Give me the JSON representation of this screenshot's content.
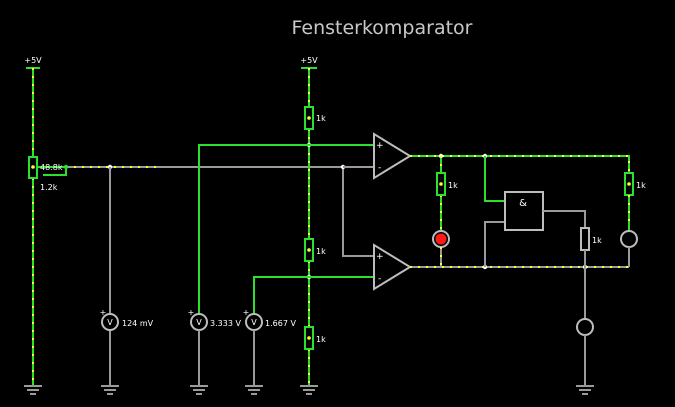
{
  "title": "Fensterkomparator",
  "supplies": {
    "left": "+5V",
    "middle": "+5V"
  },
  "potentiometer": {
    "upper": "48.8k",
    "lower": "1.2k"
  },
  "resistors": {
    "divider_top": "1k",
    "divider_mid": "1k",
    "divider_bottom": "1k",
    "led_resistor": "1k",
    "lamp_resistor": "1k",
    "gate_output_resistor": "1k"
  },
  "voltmeters": {
    "input": {
      "symbol": "V",
      "plus": "+",
      "reading": "124 mV"
    },
    "upper_threshold": {
      "symbol": "V",
      "plus": "+",
      "reading": "3.333 V"
    },
    "lower_threshold": {
      "symbol": "V",
      "plus": "+",
      "reading": "1.667 V"
    }
  },
  "opamps": {
    "upper": {
      "plus": "+",
      "minus": "-"
    },
    "lower": {
      "plus": "+",
      "minus": "-"
    }
  },
  "and_gate": {
    "label": "&"
  },
  "outputs": {
    "led_color": "#ff1a1a",
    "led_state": "on"
  },
  "colors": {
    "wire": "#9a9a9a",
    "active_wire": "#2ee02e",
    "current": "#ffff33",
    "led": "#ff1a1a"
  }
}
